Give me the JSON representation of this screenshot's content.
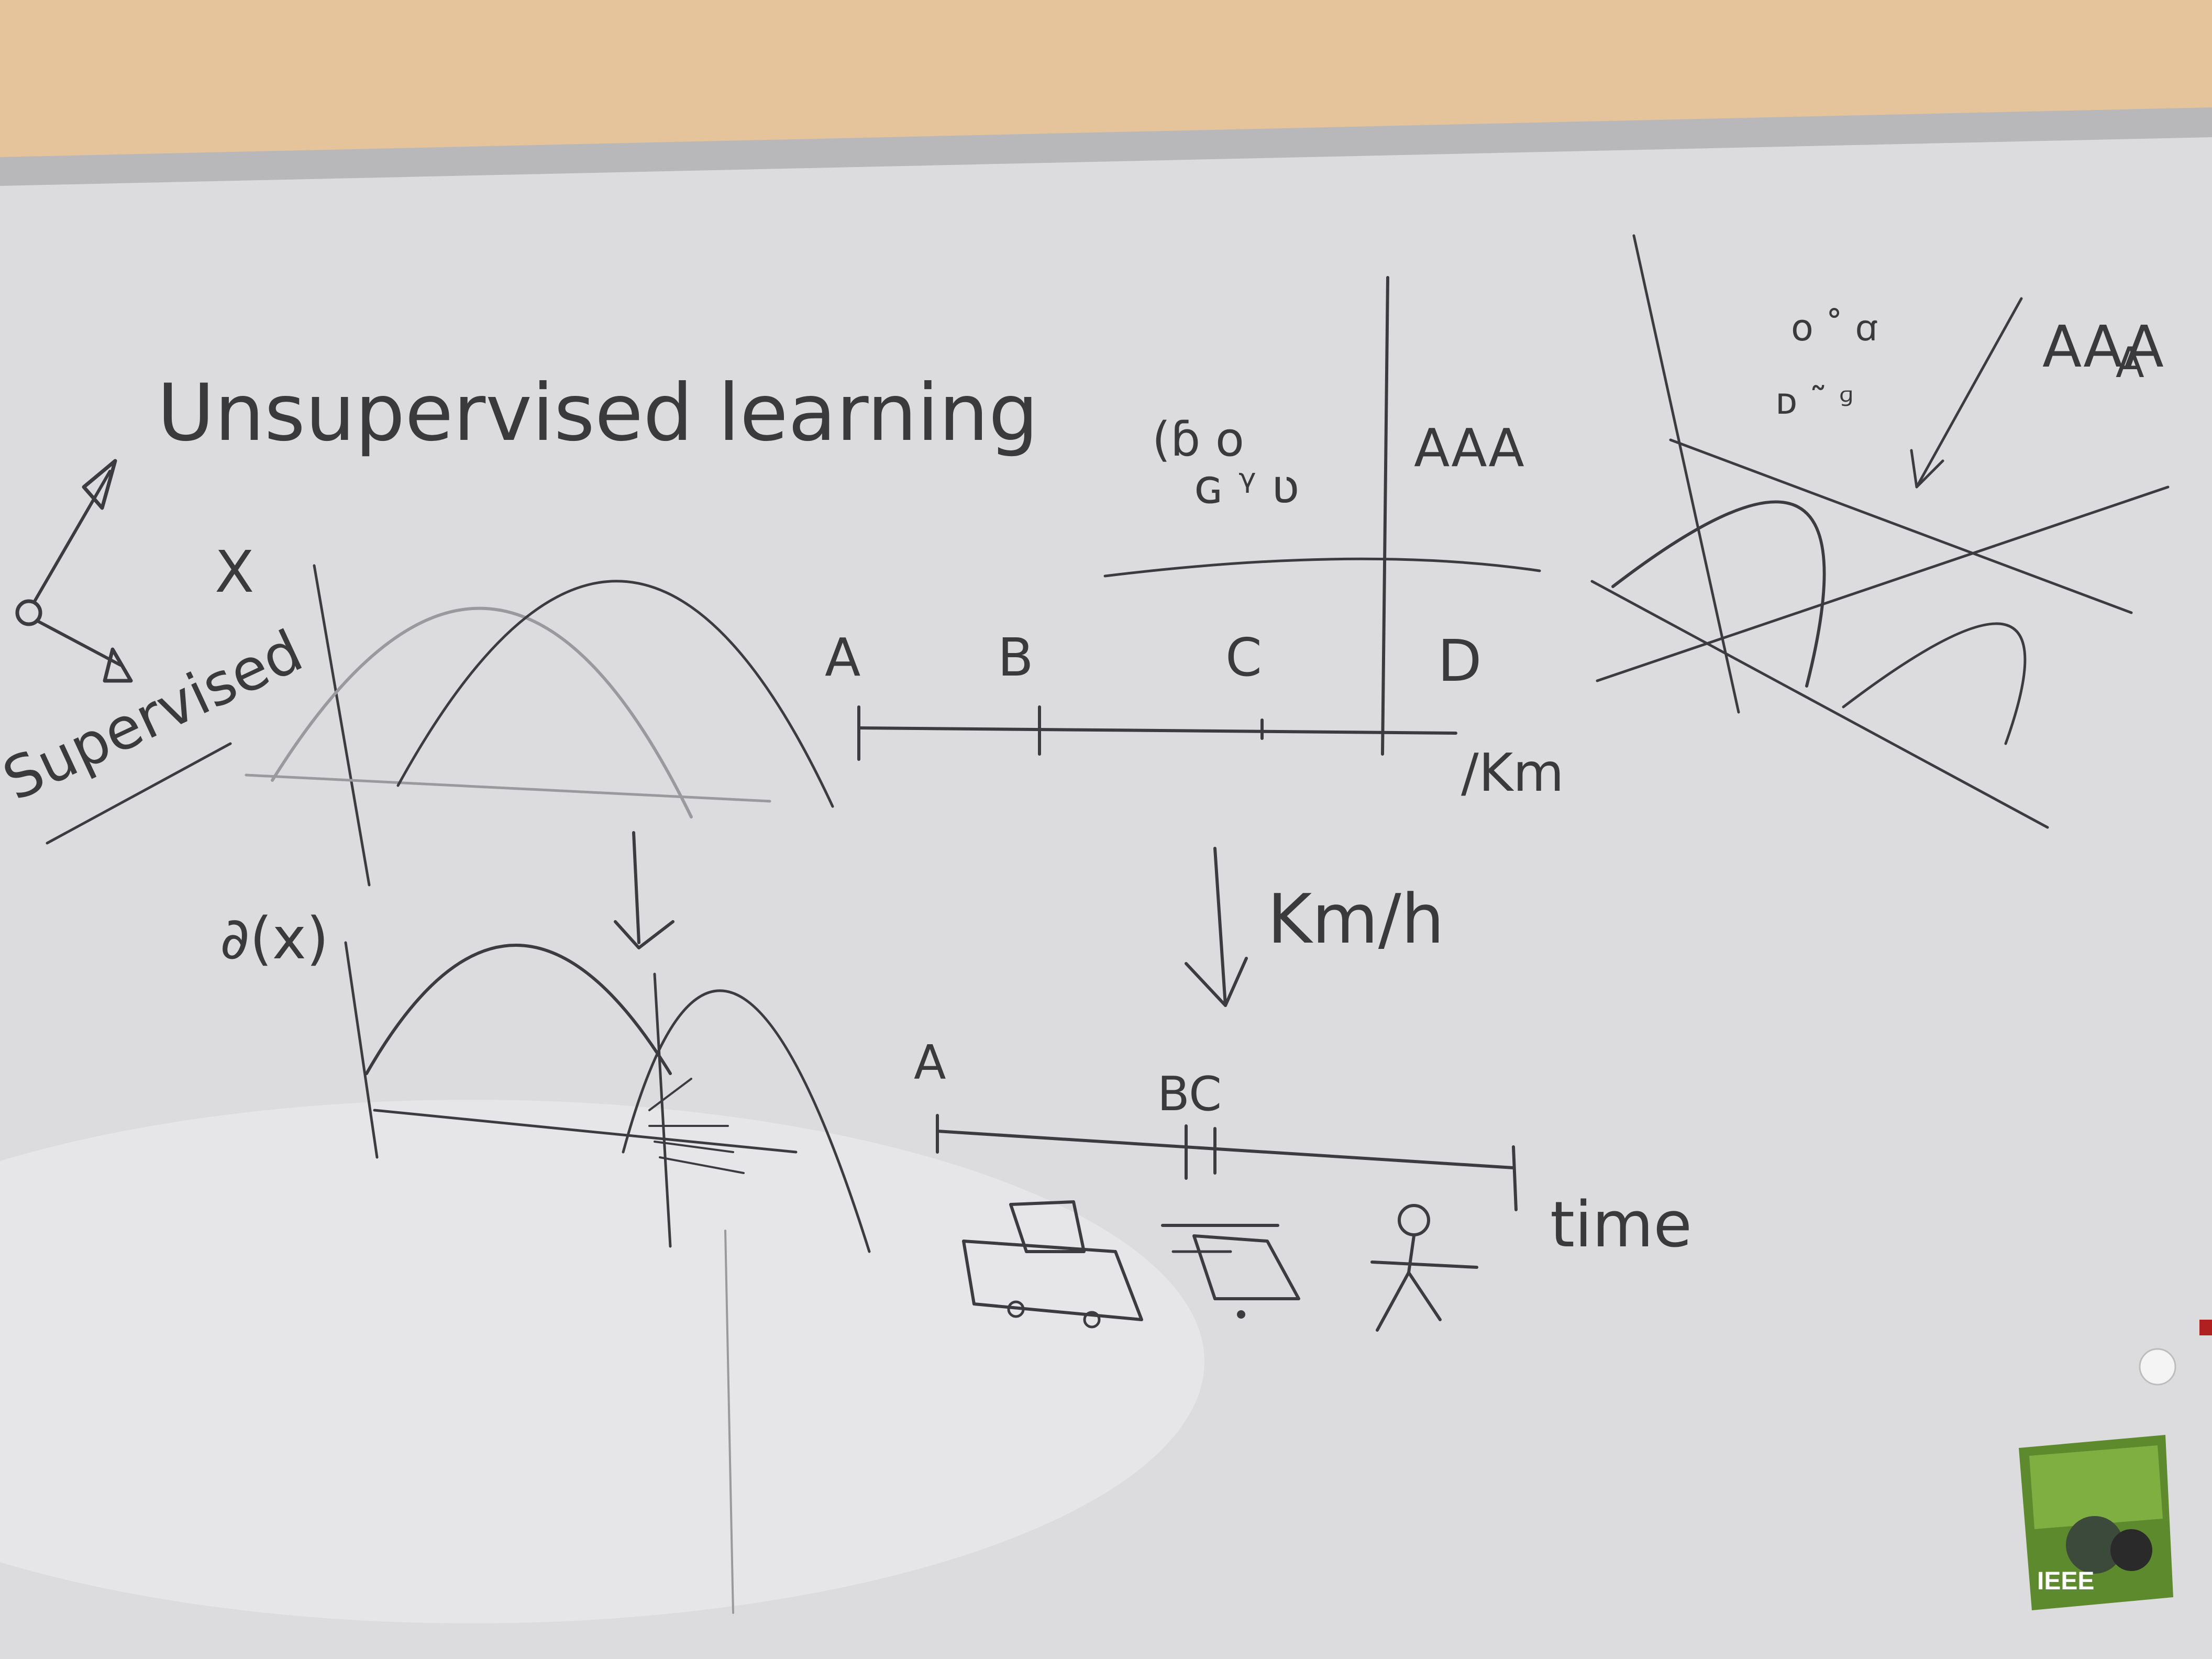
{
  "board": {
    "wall_color": "#e6c49a",
    "frame_color": "#b9b9bb",
    "surface_color": "#dcdcde",
    "ink_color": "#3c3c40"
  },
  "texts": {
    "title": "Unsupervised learning",
    "supervised": "Supervised",
    "x_label": "X",
    "fx_label": "∂(x)",
    "point_a": "A",
    "point_b": "B",
    "point_c": "C",
    "point_d": "D",
    "km_unit": "/Km",
    "kmh_label": "Km/h",
    "point_a2": "A",
    "point_bc": "BC",
    "time_label": "time",
    "cluster_a": "AAA",
    "cluster_a2": "AAA",
    "cluster_a3": "A"
  },
  "sticker": {
    "text": "IEEE",
    "icon": "ieee-sticker-icon"
  }
}
